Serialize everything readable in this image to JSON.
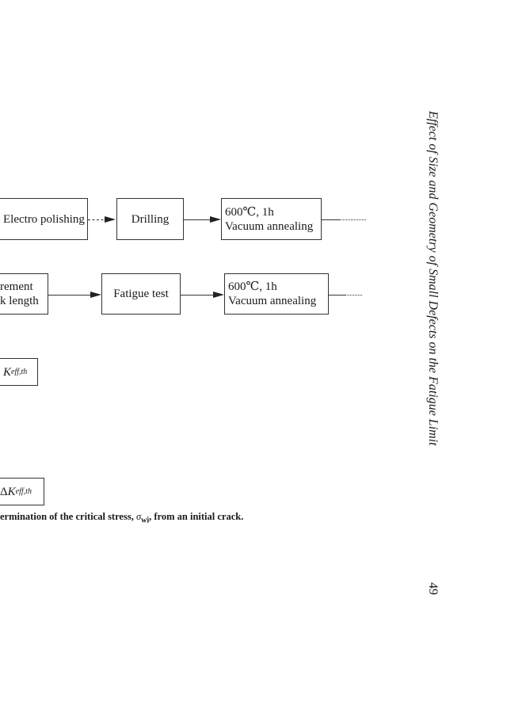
{
  "running_head": "Effect of Size and Geometry of Small Defects on the Fatigue Limit",
  "page_number": "49",
  "flowchart": {
    "row1": {
      "step1": "Electro polishing",
      "step2": "Drilling",
      "step3_line1": "600℃, 1h",
      "step3_line2": "Vacuum annealing"
    },
    "row2": {
      "step1_line1": "rement",
      "step1_line2": "k length",
      "step2": "Fatigue test",
      "step3_line1": "600℃, 1h",
      "step3_line2": "Vacuum annealing"
    },
    "box3": {
      "symbol": "K",
      "subscript": "eff,th"
    },
    "box4": {
      "delta": "Δ",
      "symbol": "K",
      "subscript": "eff,th"
    }
  },
  "caption": {
    "text_before": "ermination of the critical stress, ",
    "symbol": "σ",
    "subscript": "wi",
    "text_after": ", from an initial crack."
  }
}
